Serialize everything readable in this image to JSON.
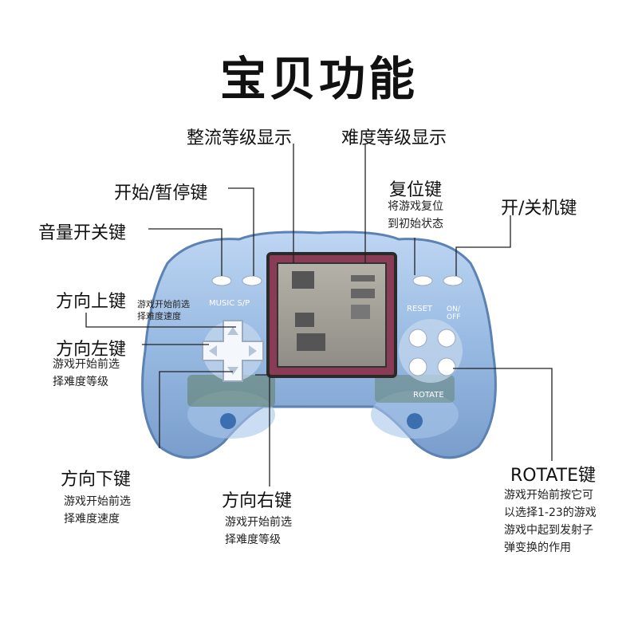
{
  "title": "宝贝功能",
  "labels": {
    "score_level": "整流等级显示",
    "difficulty_level": "难度等级显示",
    "reset": {
      "name": "复位键",
      "desc": "将游戏复位\n到初始状态"
    },
    "power": "开/关机键",
    "start_pause": "开始/暂停键",
    "sound": "音量开关键",
    "up": {
      "name": "方向上键",
      "desc": "游戏开始前选\n择难度速度"
    },
    "left": {
      "name": "方向左键",
      "desc": "游戏开始前选\n择难度等级"
    },
    "down": {
      "name": "方向下键",
      "desc": "游戏开始前选\n择难度速度"
    },
    "right": {
      "name": "方向右键",
      "desc": "游戏开始前选\n择难度等级"
    },
    "rotate": {
      "name": "ROTATE键",
      "desc": "游戏开始前按它可\n以选择1-23的游戏\n游戏中起到发射子\n弹变换的作用"
    }
  },
  "device": {
    "music_label": "MUSIC S/P",
    "reset_label": "RESET",
    "onoff_label": "ON/\nOFF",
    "rotate_label": "ROTATE",
    "body_color": "#8fb4e0"
  }
}
